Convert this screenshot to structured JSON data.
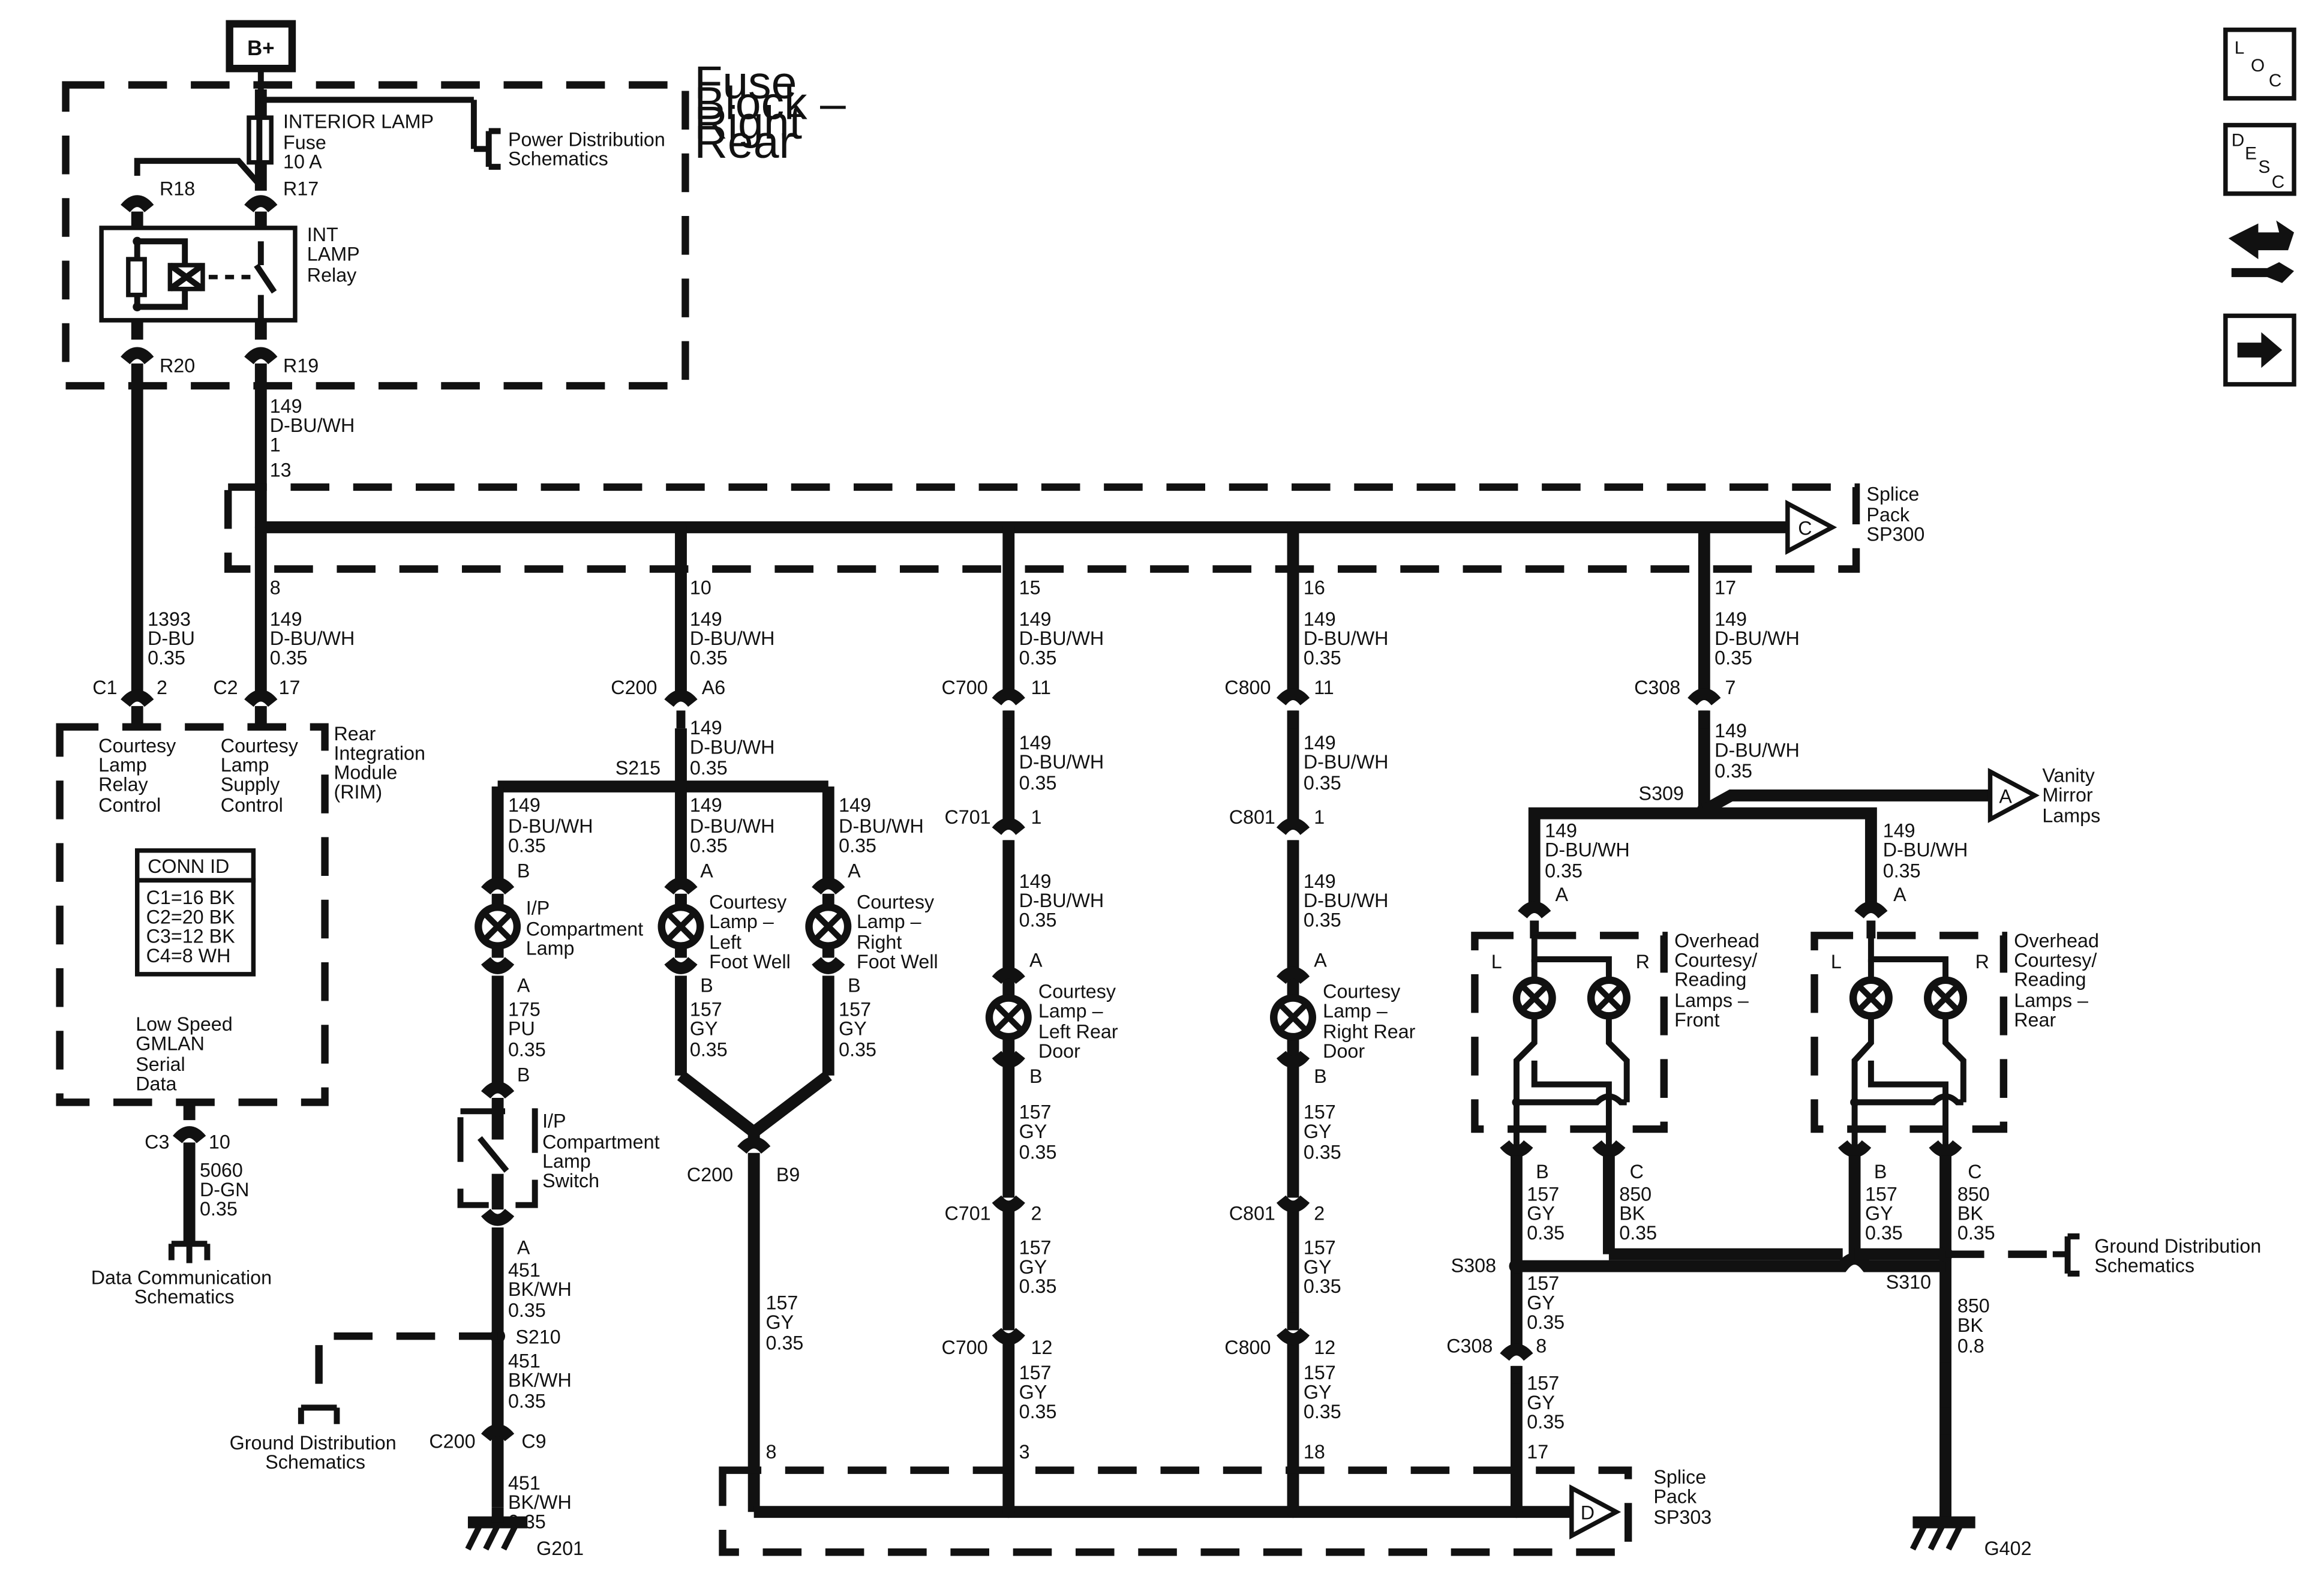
{
  "power_source": "B+",
  "fuse_block": {
    "title_lines": [
      "Fuse",
      "Block –",
      "Right",
      "Rear"
    ],
    "fuse_lines": [
      "INTERIOR LAMP",
      "Fuse",
      "10 A"
    ],
    "relay_lines": [
      "INT",
      "LAMP",
      "Relay"
    ],
    "pins": {
      "r18": "R18",
      "r17": "R17",
      "r20": "R20",
      "r19": "R19"
    },
    "power_link_lines": [
      "Power Distribution",
      "Schematics"
    ]
  },
  "sp300": {
    "letter": "C",
    "lines": [
      "Splice",
      "Pack",
      "SP300"
    ]
  },
  "sp303": {
    "letter": "D",
    "lines": [
      "Splice",
      "Pack",
      "SP303"
    ]
  },
  "vanity": {
    "letter": "A",
    "lines": [
      "Vanity",
      "Mirror",
      "Lamps"
    ]
  },
  "rim": {
    "title_lines": [
      "Rear",
      "Integration",
      "Module",
      "(RIM)"
    ],
    "c1_lines": [
      "Courtesy",
      "Lamp",
      "Relay",
      "Control"
    ],
    "c2_lines": [
      "Courtesy",
      "Lamp",
      "Supply",
      "Control"
    ],
    "conn_title": "CONN ID",
    "conn_lines": [
      "C1=16 BK",
      "C2=20 BK",
      "C3=12 BK",
      "C4=8 WH"
    ],
    "gmlan_lines": [
      "Low Speed",
      "GMLAN",
      "Serial",
      "Data"
    ]
  },
  "labels": {
    "w_149a": [
      "149",
      "D-BU/WH",
      "1",
      "13"
    ],
    "w_1393": [
      "1393",
      "D-BU",
      "0.35"
    ],
    "w_149_8": [
      "8",
      "149",
      "D-BU/WH",
      "0.35"
    ],
    "conn_c1": [
      "C1",
      "2"
    ],
    "conn_c2": [
      "C2",
      "17"
    ],
    "conn_c3": [
      "C3",
      "10"
    ],
    "w_5060": [
      "5060",
      "D-GN",
      "0.35"
    ],
    "data_comm": [
      "Data Communication",
      "Schematics"
    ],
    "col10": [
      "10",
      "149",
      "D-BU/WH",
      "0.35"
    ],
    "c200_a6": [
      "C200",
      "A6"
    ],
    "w_149_s215": [
      "149",
      "D-BU/WH",
      "0.35"
    ],
    "s215": "S215",
    "ip_wire_b": [
      "149",
      "D-BU/WH",
      "0.35",
      "B"
    ],
    "lf_wire_a": [
      "149",
      "D-BU/WH",
      "0.35",
      "A"
    ],
    "rf_wire_a": [
      "149",
      "D-BU/WH",
      "0.35",
      "A"
    ],
    "ip_lamp": [
      "I/P",
      "Compartment",
      "Lamp"
    ],
    "lf_lamp": [
      "Courtesy",
      "Lamp –",
      "Left",
      "Foot Well"
    ],
    "rf_lamp": [
      "Courtesy",
      "Lamp –",
      "Right",
      "Foot Well"
    ],
    "ip_a": [
      "A",
      "175",
      "PU",
      "0.35",
      "B"
    ],
    "lf_b": [
      "B",
      "157",
      "GY",
      "0.35"
    ],
    "rf_b": [
      "B",
      "157",
      "GY",
      "0.35"
    ],
    "ip_switch": [
      "I/P",
      "Compartment",
      "Lamp",
      "Switch"
    ],
    "c200_b9": [
      "C200",
      "B9"
    ],
    "sw_a": [
      "A",
      "451",
      "BK/WH",
      "0.35"
    ],
    "s210": "S210",
    "w_451b": [
      "451",
      "BK/WH",
      "0.35"
    ],
    "c200_c9": [
      "C200",
      "C9"
    ],
    "w_451c": [
      "451",
      "BK/WH",
      "0.35"
    ],
    "g201": "G201",
    "gnd_left": [
      "Ground Distribution",
      "Schematics"
    ],
    "w_157_b9": [
      "157",
      "GY",
      "0.35"
    ],
    "sp303_8": "8",
    "col15": [
      "15",
      "149",
      "D-BU/WH",
      "0.35"
    ],
    "c700_11": [
      "C700",
      "11"
    ],
    "w_c700": [
      "149",
      "D-BU/WH",
      "0.35"
    ],
    "c701_1": [
      "C701",
      "1"
    ],
    "w_c701": [
      "149",
      "D-BU/WH",
      "0.35",
      "A"
    ],
    "lr_lamp": [
      "Courtesy",
      "Lamp –",
      "Left Rear",
      "Door"
    ],
    "lr_b": [
      "B",
      "157",
      "GY",
      "0.35"
    ],
    "c701_2": [
      "C701",
      "2"
    ],
    "w_c701b": [
      "157",
      "GY",
      "0.35"
    ],
    "c700_12": [
      "C700",
      "12"
    ],
    "w_c700b": [
      "157",
      "GY",
      "0.35"
    ],
    "sp303_3": "3",
    "col16": [
      "16",
      "149",
      "D-BU/WH",
      "0.35"
    ],
    "c800_11": [
      "C800",
      "11"
    ],
    "w_c800": [
      "149",
      "D-BU/WH",
      "0.35"
    ],
    "c801_1": [
      "C801",
      "1"
    ],
    "w_c801": [
      "149",
      "D-BU/WH",
      "0.35",
      "A"
    ],
    "rr_lamp": [
      "Courtesy",
      "Lamp –",
      "Right Rear",
      "Door"
    ],
    "rr_b": [
      "B",
      "157",
      "GY",
      "0.35"
    ],
    "c801_2": [
      "C801",
      "2"
    ],
    "w_c801b": [
      "157",
      "GY",
      "0.35"
    ],
    "c800_12": [
      "C800",
      "12"
    ],
    "w_c800b": [
      "157",
      "GY",
      "0.35"
    ],
    "sp303_18": "18",
    "col17": [
      "17",
      "149",
      "D-BU/WH",
      "0.35"
    ],
    "c308_7": [
      "C308",
      "7"
    ],
    "w_c308": [
      "149",
      "D-BU/WH",
      "0.35"
    ],
    "s309": "S309",
    "front_wire": [
      "149",
      "D-BU/WH",
      "0.35",
      "A"
    ],
    "rear_wire": [
      "149",
      "D-BU/WH",
      "0.35",
      "A"
    ],
    "front_lamps": [
      "Overhead",
      "Courtesy/",
      "Reading",
      "Lamps –",
      "Front"
    ],
    "rear_lamps": [
      "Overhead",
      "Courtesy/",
      "Reading",
      "Lamps –",
      "Rear"
    ],
    "lr_L": "L",
    "lr_R": "R",
    "front_b": [
      "B",
      "157",
      "GY",
      "0.35"
    ],
    "front_c": [
      "C",
      "850",
      "BK",
      "0.35"
    ],
    "rear_b": [
      "B",
      "157",
      "GY",
      "0.35"
    ],
    "rear_c": [
      "C",
      "850",
      "BK",
      "0.35"
    ],
    "s308": "S308",
    "s310": "S310",
    "w_s308": [
      "157",
      "GY",
      "0.35"
    ],
    "c308_8": [
      "C308",
      "8"
    ],
    "w_c308b": [
      "157",
      "GY",
      "0.35",
      "17"
    ],
    "w_850": [
      "850",
      "BK",
      "0.8"
    ],
    "gnd_right": [
      "Ground Distribution",
      "Schematics"
    ],
    "g402": "G402"
  },
  "side_buttons": [
    {
      "name": "loc-button",
      "text": [
        "L",
        "O",
        "C"
      ]
    },
    {
      "name": "desc-button",
      "text": [
        "D",
        "E",
        "S",
        "C"
      ]
    },
    {
      "name": "diagnostic-icon",
      "text": []
    },
    {
      "name": "next-arrow-icon",
      "text": []
    }
  ]
}
